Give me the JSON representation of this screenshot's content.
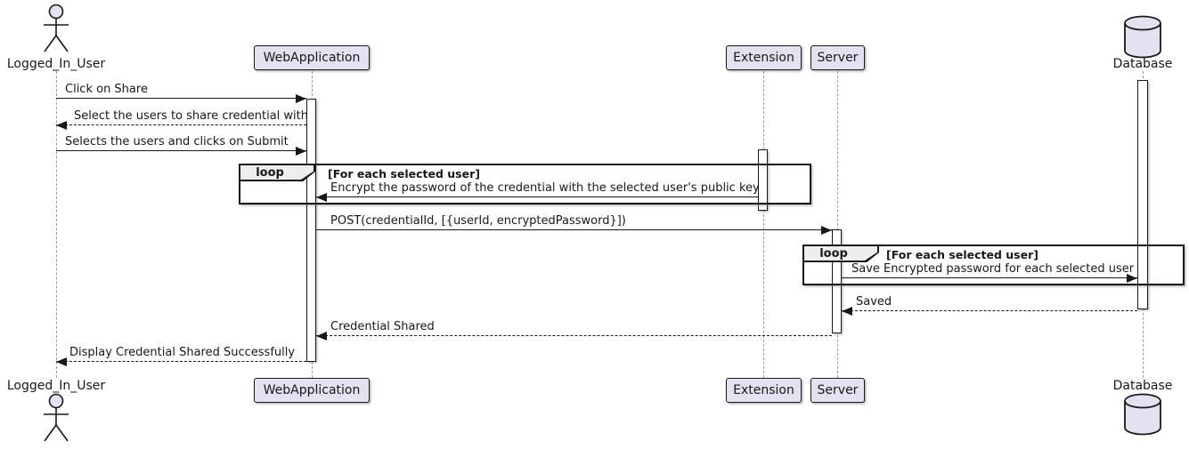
{
  "diagram": {
    "type": "sequence-diagram",
    "participants": [
      {
        "name": "Logged_In_User",
        "kind": "actor"
      },
      {
        "name": "WebApplication",
        "kind": "participant"
      },
      {
        "name": "Extension",
        "kind": "participant"
      },
      {
        "name": "Server",
        "kind": "participant"
      },
      {
        "name": "Database",
        "kind": "database"
      }
    ],
    "messages": [
      {
        "from": "Logged_In_User",
        "to": "WebApplication",
        "label": "Click on Share",
        "style": "solid"
      },
      {
        "from": "WebApplication",
        "to": "Logged_In_User",
        "label": "Select the users to share credential with",
        "style": "dashed"
      },
      {
        "from": "Logged_In_User",
        "to": "WebApplication",
        "label": "Selects the users and clicks on Submit",
        "style": "solid"
      },
      {
        "from": "Extension",
        "to": "WebApplication",
        "label": "Encrypt the password of the credential with the selected user's public key",
        "style": "solid"
      },
      {
        "from": "WebApplication",
        "to": "Server",
        "label": "POST(credentialId, [{userId, encryptedPassword}])",
        "style": "solid"
      },
      {
        "from": "Server",
        "to": "Database",
        "label": "Save Encrypted password for each selected user",
        "style": "solid"
      },
      {
        "from": "Database",
        "to": "Server",
        "label": "Saved",
        "style": "dashed"
      },
      {
        "from": "Server",
        "to": "WebApplication",
        "label": "Credential Shared",
        "style": "dashed"
      },
      {
        "from": "WebApplication",
        "to": "Logged_In_User",
        "label": "Display Credential Shared Successfully",
        "style": "dashed"
      }
    ],
    "loops": [
      {
        "keyword": "loop",
        "condition": "[For each selected user]"
      },
      {
        "keyword": "loop",
        "condition": "[For each selected user]"
      }
    ],
    "colors": {
      "participant_fill": "#E2E2F0",
      "participant_border": "#181818",
      "lifeline": "#999999",
      "arrow": "#181818",
      "loop_tab_fill": "#EEEEEE",
      "background": "#FFFFFF"
    }
  }
}
